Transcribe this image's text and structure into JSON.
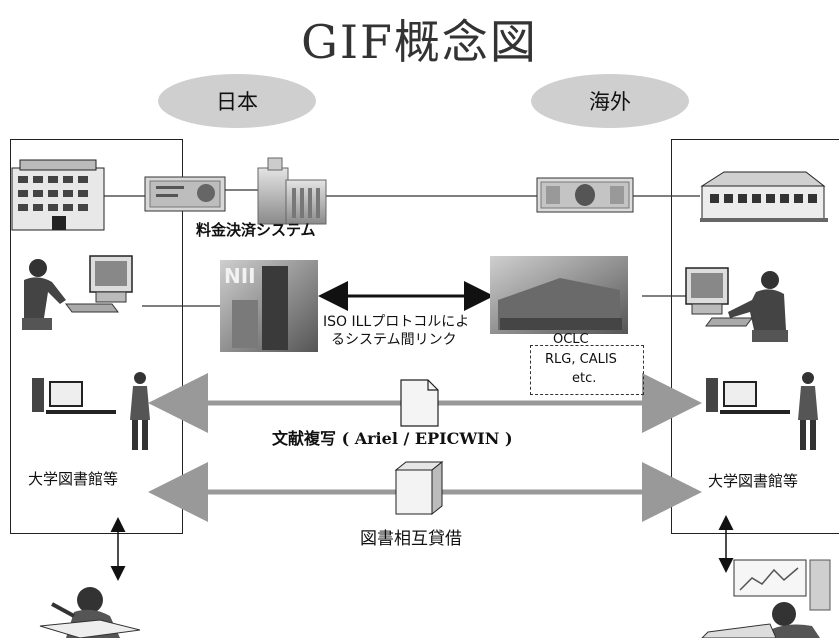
{
  "title": "GIF概念図",
  "regions": {
    "japan": "日本",
    "overseas": "海外"
  },
  "labels": {
    "payment_system": "料金決済システム",
    "protocol_line1": "ISO ILLプロトコルによ",
    "protocol_line2": "るシステム間リンク",
    "oclc": "OCLC",
    "partners_line1": "RLG, CALIS",
    "partners_line2": "etc.",
    "document_copy": "文献複写 ( Ariel / EPICWIN )",
    "univ_library_left": "大学図書館等",
    "univ_library_right": "大学図書館等",
    "interlibrary_loan": "図書相互貸借"
  },
  "colors": {
    "pill": "#cfcfcf",
    "arrow_gray": "#999999",
    "title": "#333333"
  }
}
